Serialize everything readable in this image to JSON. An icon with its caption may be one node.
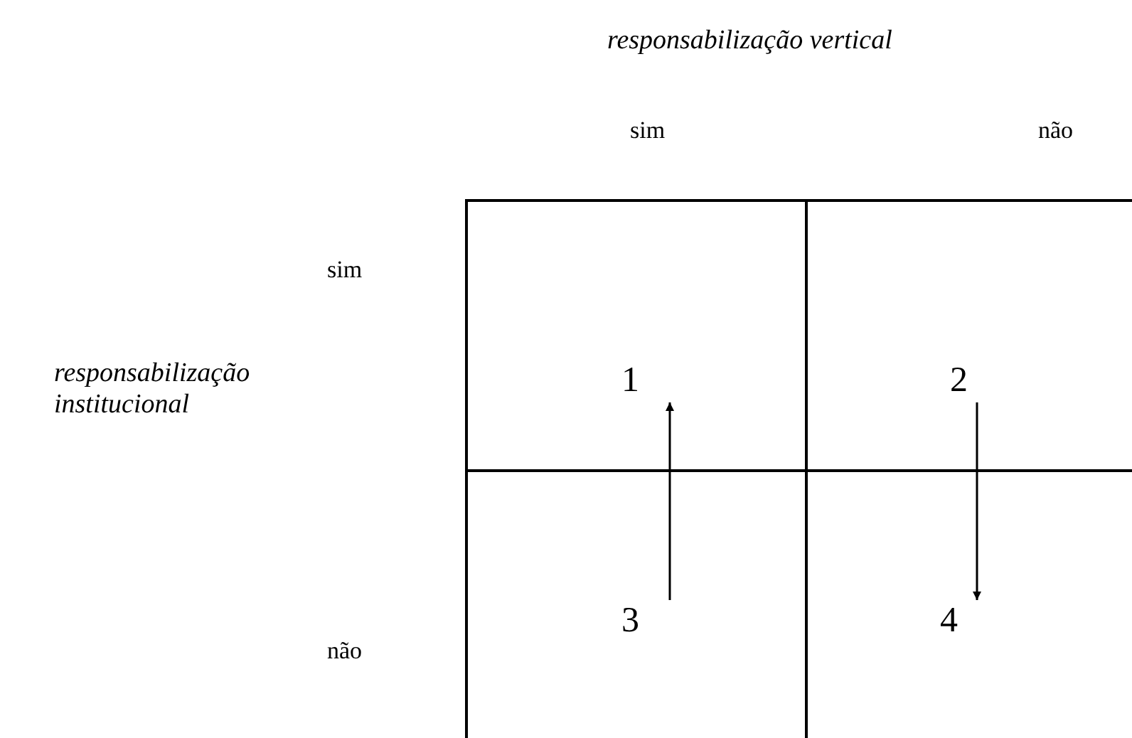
{
  "diagram": {
    "nodes": [
      {
        "text": [
          "1"
        ]
      },
      {
        "text": [
          "2"
        ]
      },
      {
        "text": [
          "3"
        ]
      },
      {
        "text": [
          "4"
        ]
      }
    ],
    "edges": [
      {
        "from": 2,
        "to": 0,
        "arrow": "to"
      },
      {
        "from": 1,
        "to": 3,
        "arrow": "to"
      }
    ],
    "labels": [
      "responsabilização vertical",
      "sim",
      "não",
      "sim",
      "responsabilização institucional",
      "não"
    ]
  }
}
